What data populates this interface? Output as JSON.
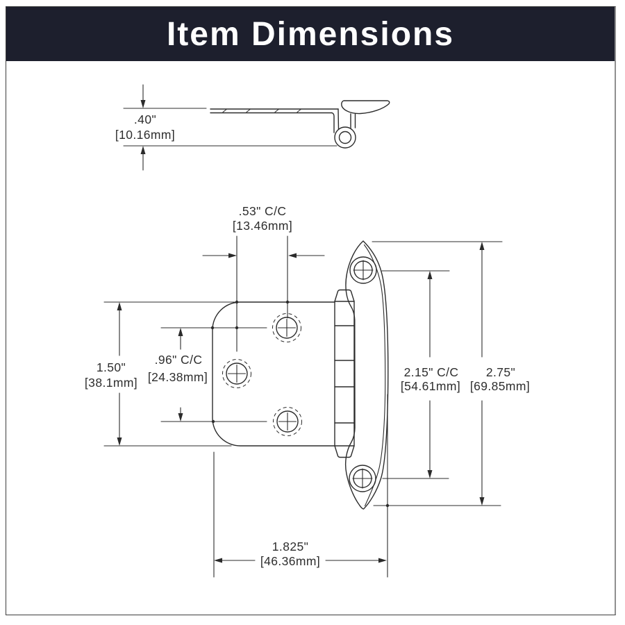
{
  "title": "Item Dimensions",
  "colors": {
    "banner_bg": "#1d1f2d",
    "banner_text": "#ffffff",
    "line": "#2b2b2b",
    "text": "#2e2e2e",
    "frame_shadow": "#8f8f8f"
  },
  "dimensions": {
    "hinge_thickness": {
      "inches": ".40\"",
      "metric": "[10.16mm]"
    },
    "screw_offset_cc": {
      "inches": ".53\" C/C",
      "metric": "[13.46mm]"
    },
    "plate_height": {
      "inches": "1.50\"",
      "metric": "[38.1mm]"
    },
    "plate_screw_cc": {
      "inches": ".96\" C/C",
      "metric": "[24.38mm]"
    },
    "wing_screw_cc": {
      "inches": "2.15\" C/C",
      "metric": "[54.61mm]"
    },
    "overall_height": {
      "inches": "2.75\"",
      "metric": "[69.85mm]"
    },
    "overall_width": {
      "inches": "1.825\"",
      "metric": "[46.36mm]"
    }
  }
}
